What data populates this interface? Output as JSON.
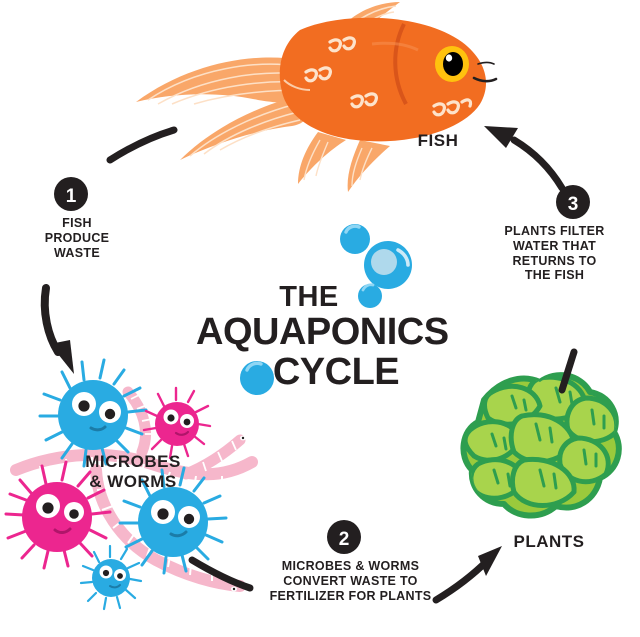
{
  "title": {
    "line1": "THE",
    "line2": "AQUAPONICS",
    "line3": "CYCLE"
  },
  "nodes": {
    "fish_label": "FISH",
    "plants_label": "PLANTS",
    "microbes_label": "MICROBES\n& WORMS"
  },
  "steps": [
    {
      "number": "1",
      "text": "FISH\nPRODUCE\nWASTE"
    },
    {
      "number": "2",
      "text": "MICROBES & WORMS\nCONVERT WASTE TO\nFERTILIZER FOR PLANTS"
    },
    {
      "number": "3",
      "text": "PLANTS FILTER\nWATER THAT\nRETURNS TO\nTHE FISH"
    }
  ],
  "colors": {
    "fish_body": "#F26D21",
    "fish_fin": "#F9A769",
    "fish_eye_ring": "#FFC20E",
    "bubble_blue": "#29ABE2",
    "microbe_blue": "#29ABE2",
    "microbe_pink": "#EC268F",
    "worm_pink": "#F6B7CB",
    "leaf_light": "#9ACA3C",
    "leaf_outline": "#2E9E4F",
    "ink": "#231f20",
    "background": "#FFFFFF"
  }
}
